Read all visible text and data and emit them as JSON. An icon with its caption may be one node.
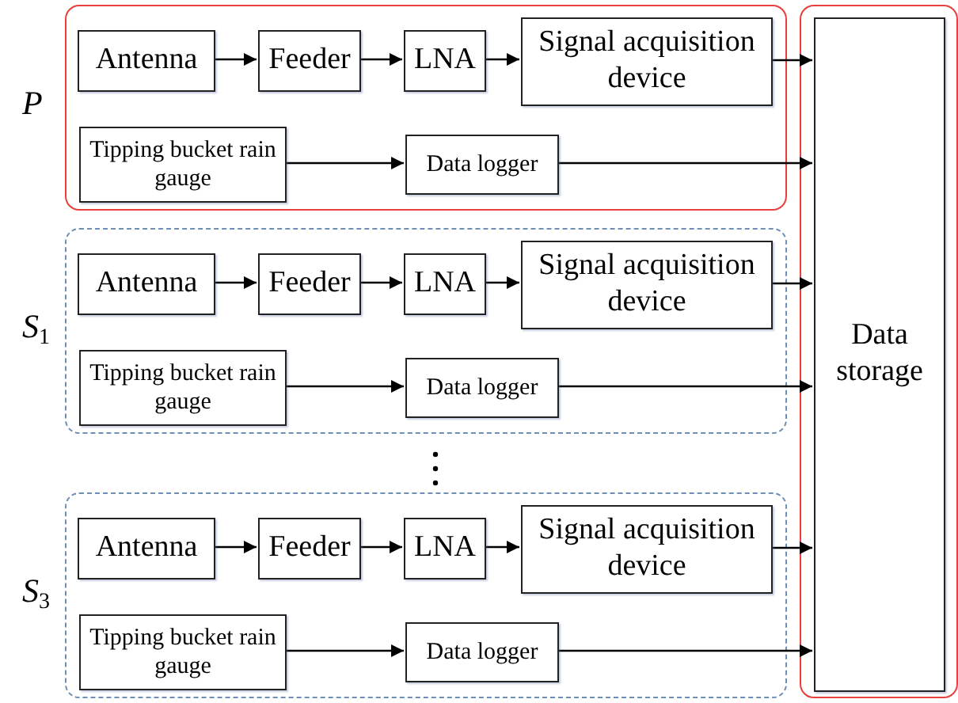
{
  "diagram": {
    "nodes": [
      {
        "text": [],
        "shape": "box",
        "beside": [
          "P"
        ]
      },
      {
        "text": [
          "Antenna"
        ],
        "in": 0
      },
      {
        "text": [
          "Feeder"
        ],
        "in": 0
      },
      {
        "text": [
          "LNA"
        ],
        "in": 0
      },
      {
        "text": [
          "Signal acquisition device"
        ],
        "in": 0
      },
      {
        "text": [
          "Tipping bucket rain gauge"
        ],
        "in": 0
      },
      {
        "text": [
          "Data logger"
        ],
        "in": 0
      },
      {
        "text": [],
        "shape": "box",
        "beside": [
          "S$_{1}$"
        ]
      },
      {
        "text": [
          "Antenna"
        ],
        "in": 7
      },
      {
        "text": [
          "Feeder"
        ],
        "in": 7
      },
      {
        "text": [
          "LNA"
        ],
        "in": 7
      },
      {
        "text": [
          "Signal acquisition device"
        ],
        "in": 7
      },
      {
        "text": [
          "Tipping bucket rain gauge"
        ],
        "in": 7
      },
      {
        "text": [
          "Data logger"
        ],
        "in": 7
      },
      {
        "text": [],
        "shape": "box",
        "beside": [
          "S$_{3}$"
        ]
      },
      {
        "text": [
          "Antenna"
        ],
        "in": 14
      },
      {
        "text": [
          "Feeder"
        ],
        "in": 14
      },
      {
        "text": [
          "LNA"
        ],
        "in": 14
      },
      {
        "text": [
          "Signal acquisition device"
        ],
        "in": 14
      },
      {
        "text": [
          "Tipping bucket rain gauge"
        ],
        "in": 14
      },
      {
        "text": [
          "Data logger"
        ],
        "in": 14
      },
      {
        "text": [],
        "shape": "box"
      },
      {
        "text": [
          "Data storage"
        ],
        "in": 21
      }
    ],
    "edges": [
      {
        "from": 1,
        "to": 2,
        "arrow": "to"
      },
      {
        "from": 2,
        "to": 3,
        "arrow": "to"
      },
      {
        "from": 3,
        "to": 4,
        "arrow": "to"
      },
      {
        "from": 4,
        "to": 22,
        "arrow": "to"
      },
      {
        "from": 5,
        "to": 6,
        "arrow": "to"
      },
      {
        "from": 6,
        "to": 22,
        "arrow": "to"
      },
      {
        "from": 8,
        "to": 9,
        "arrow": "to"
      },
      {
        "from": 9,
        "to": 10,
        "arrow": "to"
      },
      {
        "from": 10,
        "to": 11,
        "arrow": "to"
      },
      {
        "from": 11,
        "to": 22,
        "arrow": "to"
      },
      {
        "from": 12,
        "to": 13,
        "arrow": "to"
      },
      {
        "from": 13,
        "to": 22,
        "arrow": "to"
      },
      {
        "from": 15,
        "to": 16,
        "arrow": "to"
      },
      {
        "from": 16,
        "to": 17,
        "arrow": "to"
      },
      {
        "from": 17,
        "to": 18,
        "arrow": "to"
      },
      {
        "from": 18,
        "to": 22,
        "arrow": "to"
      },
      {
        "from": 19,
        "to": 20,
        "arrow": "to"
      },
      {
        "from": 20,
        "to": 22,
        "arrow": "to"
      }
    ]
  }
}
